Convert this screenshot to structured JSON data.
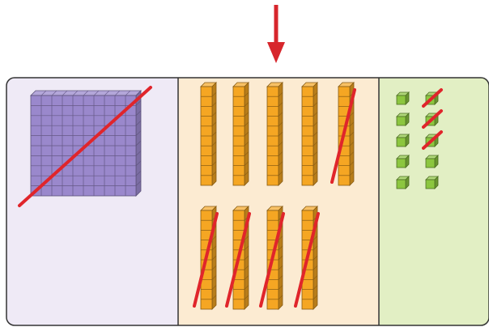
{
  "colors": {
    "background": "#ffffff",
    "board_border": "#333333",
    "hundreds_panel_bg": "#efeaf6",
    "tens_panel_bg": "#fcebd2",
    "ones_panel_bg": "#e2efc4",
    "hundreds_block": "#9a88cc",
    "tens_rod": "#f5a623",
    "ones_cube": "#8cc63f",
    "cross_out": "#e0252b",
    "arrow": "#d7262c"
  },
  "icons": {
    "arrow": "down-arrow-icon"
  },
  "hundreds": {
    "count": 1,
    "crossed": 1
  },
  "tens": {
    "count": 9,
    "crossed": 5
  },
  "ones": {
    "count": 10,
    "crossed": 3
  }
}
